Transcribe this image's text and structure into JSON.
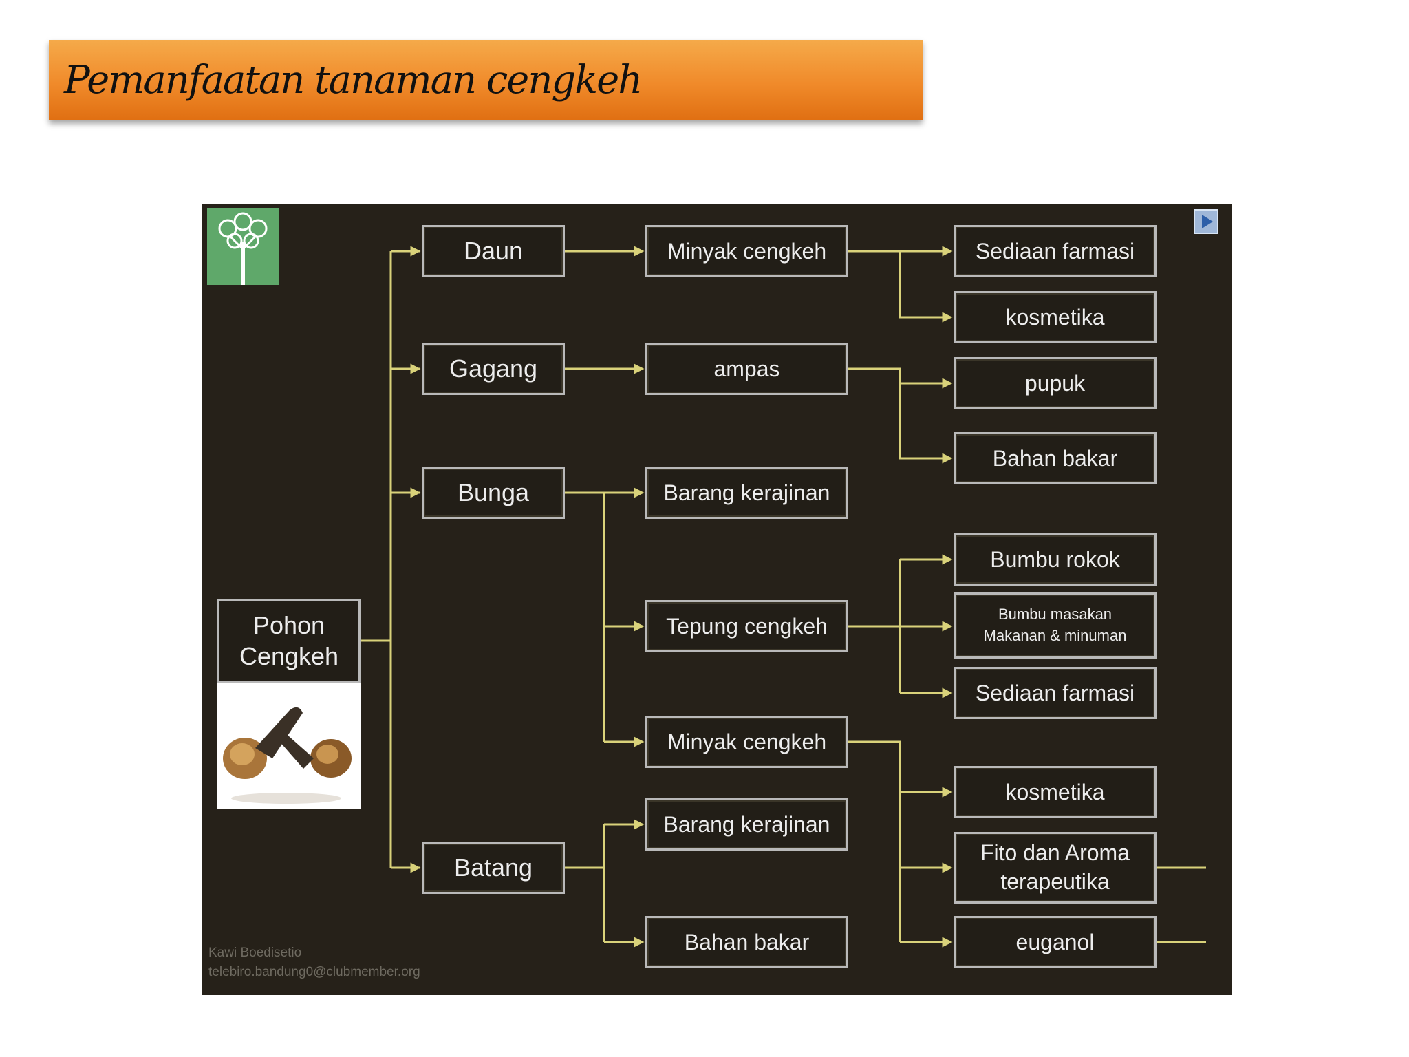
{
  "header": {
    "title": "Pemanfaatan tanaman cengkeh"
  },
  "diagram": {
    "root": {
      "line1": "Pohon",
      "line2": "Cengkeh"
    },
    "parts": {
      "daun": "Daun",
      "gagang": "Gagang",
      "bunga": "Bunga",
      "batang": "Batang"
    },
    "products": {
      "minyak_daun": "Minyak cengkeh",
      "ampas": "ampas",
      "barang_bunga": "Barang kerajinan",
      "tepung": "Tepung cengkeh",
      "minyak_bunga": "Minyak cengkeh",
      "barang_batang": "Barang kerajinan",
      "bahan_bakar_batang": "Bahan bakar"
    },
    "uses": {
      "sediaan_1": "Sediaan farmasi",
      "kosmetika_1": "kosmetika",
      "pupuk": "pupuk",
      "bahan_bakar": "Bahan bakar",
      "bumbu_rokok": "Bumbu rokok",
      "bumbu_masakan_1": "Bumbu masakan",
      "bumbu_masakan_2": "Makanan & minuman",
      "sediaan_2": "Sediaan farmasi",
      "kosmetika_2": "kosmetika",
      "fito_1": "Fito dan Aroma",
      "fito_2": "terapeutika",
      "euganol": "euganol"
    },
    "credit": {
      "author": "Kawi Boedisetio",
      "email": "telebiro.bandung0@clubmember.org"
    },
    "colors": {
      "connector": "#d9d27a",
      "background": "#262119",
      "box_border": "#b9b9b9"
    }
  }
}
